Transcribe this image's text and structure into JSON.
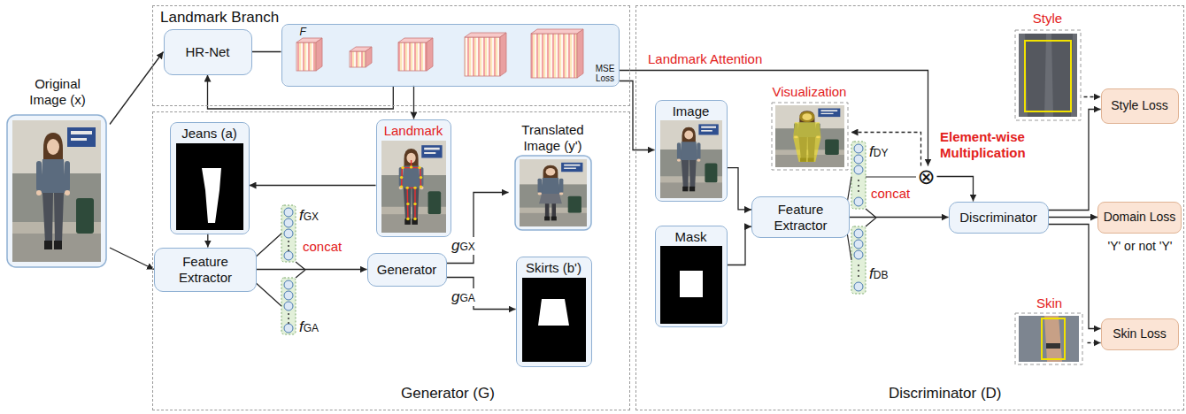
{
  "diagram": {
    "nodes": [
      {
        "text": [
          "Original Image (x)"
        ]
      },
      {
        "text": [
          "Landmark Branch"
        ]
      },
      {
        "text": [
          "HR-Net"
        ],
        "in": 1
      },
      {
        "text": [
          "F",
          "MSE Loss"
        ],
        "in": 1
      },
      {
        "text": [
          "Generator (G)"
        ]
      },
      {
        "text": [
          "Jeans (a)"
        ],
        "in": 4
      },
      {
        "text": [
          "Landmark"
        ],
        "in": 4
      },
      {
        "text": [
          "Feature Extractor"
        ],
        "in": 4
      },
      {
        "text": [
          "Generator"
        ],
        "in": 4
      },
      {
        "text": [
          "Translated Image (y')"
        ],
        "in": 4
      },
      {
        "text": [
          "Skirts (b')"
        ],
        "in": 4
      },
      {
        "text": [
          "Discriminator (D)"
        ]
      },
      {
        "text": [
          "Image"
        ],
        "in": 11
      },
      {
        "text": [
          "Mask"
        ],
        "in": 11
      },
      {
        "text": [
          "Visualization"
        ],
        "in": 11
      },
      {
        "text": [
          "Feature Extractor"
        ],
        "in": 11
      },
      {
        "text": [
          "⊗"
        ],
        "in": 11
      },
      {
        "text": [
          "Discriminator"
        ],
        "in": 11
      },
      {
        "text": [
          "Style"
        ],
        "in": 11
      },
      {
        "text": [
          "Style Loss"
        ],
        "in": 11
      },
      {
        "text": [
          "Domain Loss"
        ],
        "in": 11
      },
      {
        "text": [
          "Skin"
        ],
        "in": 11
      },
      {
        "text": [
          "Skin Loss"
        ],
        "in": 11
      }
    ],
    "edges": [
      {
        "from": 0,
        "to": 2,
        "arrow": "to"
      },
      {
        "from": 0,
        "to": 7,
        "arrow": "to"
      },
      {
        "from": 2,
        "to": 3,
        "arrow": "none"
      },
      {
        "from": 3,
        "to": 2,
        "arrow": "to"
      },
      {
        "from": 3,
        "to": 6,
        "arrow": "to"
      },
      {
        "from": 6,
        "to": 5,
        "arrow": "to"
      },
      {
        "from": 5,
        "to": 7,
        "arrow": "to"
      },
      {
        "from": 7,
        "to": 8,
        "arrow": "to"
      },
      {
        "from": 8,
        "to": 9,
        "label": "gGX",
        "arrow": "to"
      },
      {
        "from": 8,
        "to": 10,
        "label": "gGA",
        "arrow": "to"
      },
      {
        "from": 3,
        "to": 16,
        "label": "Landmark Attention",
        "arrow": "to"
      },
      {
        "from": 3,
        "to": 12,
        "arrow": "to"
      },
      {
        "from": 12,
        "to": 15,
        "arrow": "to"
      },
      {
        "from": 13,
        "to": 15,
        "arrow": "to"
      },
      {
        "from": 15,
        "to": 17,
        "arrow": "to"
      },
      {
        "from": 16,
        "to": 14,
        "arrow": "to"
      },
      {
        "from": 16,
        "to": 17,
        "arrow": "to"
      },
      {
        "from": 17,
        "to": 19,
        "arrow": "to"
      },
      {
        "from": 17,
        "to": 20,
        "arrow": "to"
      },
      {
        "from": 17,
        "to": 22,
        "arrow": "to"
      },
      {
        "from": 18,
        "to": 19,
        "arrow": "to"
      },
      {
        "from": 21,
        "to": 22,
        "arrow": "to"
      }
    ],
    "labels": [
      "fGX",
      "concat",
      "fGA",
      "fDY",
      "concat",
      "fDB",
      "Element-wise Multiplication",
      "'Y' or not 'Y'"
    ]
  }
}
